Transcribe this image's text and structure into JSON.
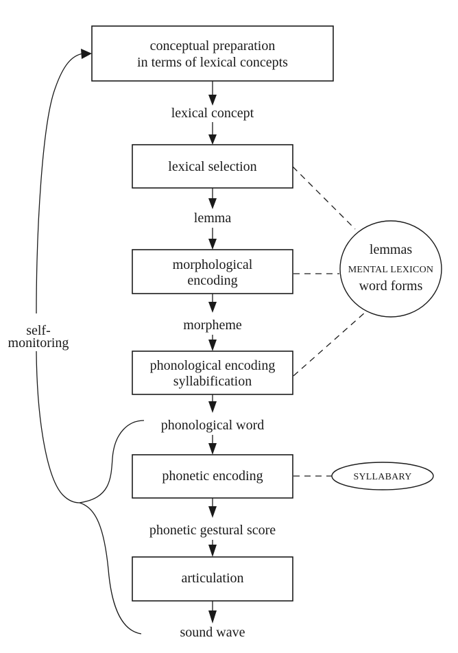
{
  "diagram": {
    "title": "Speech production model (lexical access stages)",
    "stages": [
      {
        "id": "conceptual",
        "lines": [
          "conceptual preparation",
          "in terms of lexical concepts"
        ]
      },
      {
        "id": "lexical-selection",
        "lines": [
          "lexical selection"
        ]
      },
      {
        "id": "morphological",
        "lines": [
          "morphological",
          "encoding"
        ]
      },
      {
        "id": "phonological",
        "lines": [
          "phonological encoding",
          "syllabification"
        ]
      },
      {
        "id": "phonetic",
        "lines": [
          "phonetic encoding"
        ]
      },
      {
        "id": "articulation",
        "lines": [
          "articulation"
        ]
      }
    ],
    "outputs": [
      "lexical concept",
      "lemma",
      "morpheme",
      "phonological word",
      "phonetic gestural score",
      "sound wave"
    ],
    "mental_lexicon": {
      "top": "lemmas",
      "middle": "MENTAL LEXICON",
      "bottom": "word forms"
    },
    "syllabary": "SYLLABARY",
    "self_monitoring": [
      "self-",
      "monitoring"
    ],
    "colors": {
      "ink": "#1a1a1a",
      "background": "#ffffff"
    }
  }
}
